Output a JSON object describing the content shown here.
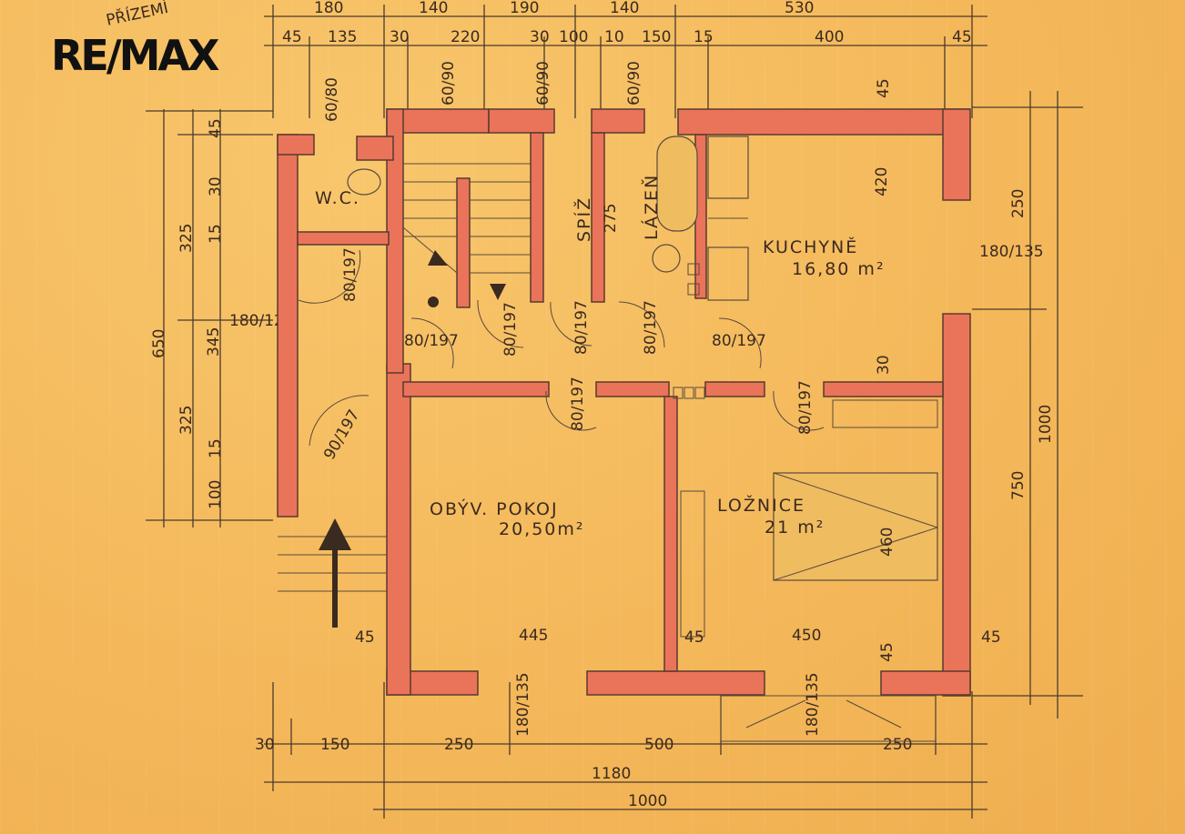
{
  "logo": {
    "text": "RE/MAX"
  },
  "top_note": "PŘÍZEMÍ",
  "rooms": [
    {
      "id": "kuchyne",
      "name": "KUCHYNĚ",
      "area": "16,80 m²"
    },
    {
      "id": "obyvaci",
      "name": "OBÝV. POKOJ",
      "area": "20,50m²"
    },
    {
      "id": "loznice",
      "name": "LOŽNICE",
      "area": "21 m²"
    },
    {
      "id": "spiz",
      "name": "SPÍŽ",
      "area": ""
    },
    {
      "id": "lazen",
      "name": "LÁZEŇ",
      "area": ""
    },
    {
      "id": "wc",
      "name": "W.C.",
      "area": ""
    }
  ],
  "dimensions": {
    "top_row_1": [
      "180",
      "140",
      "190",
      "140",
      "530"
    ],
    "top_row_2": [
      "45",
      "135",
      "30",
      "220",
      "30",
      "100",
      "10",
      "150",
      "15",
      "400",
      "45"
    ],
    "top_windows": [
      "60/80",
      "60/90",
      "60/90",
      "60/90"
    ],
    "left_outer": "650",
    "left_col": [
      "325",
      "345",
      "325"
    ],
    "left_small": [
      "45",
      "30",
      "15",
      "100",
      "15",
      "180/120"
    ],
    "right_col": [
      "250",
      "750"
    ],
    "right_outer": "1000",
    "right_small": [
      "45",
      "180/135",
      "45"
    ],
    "bottom_row_1": [
      "30",
      "150",
      "250",
      "500",
      "250"
    ],
    "bottom_row_2": "1180",
    "bottom_row_3": "1000",
    "bottom_windows": [
      "180/135",
      "180/135"
    ],
    "doors": [
      "80/197",
      "80/197",
      "80/197",
      "80/197",
      "80/197",
      "80/197",
      "80/197",
      "90/197",
      "80/197"
    ],
    "room_inner": [
      "445",
      "450",
      "45",
      "45",
      "420",
      "460",
      "275",
      "30",
      "45"
    ]
  }
}
